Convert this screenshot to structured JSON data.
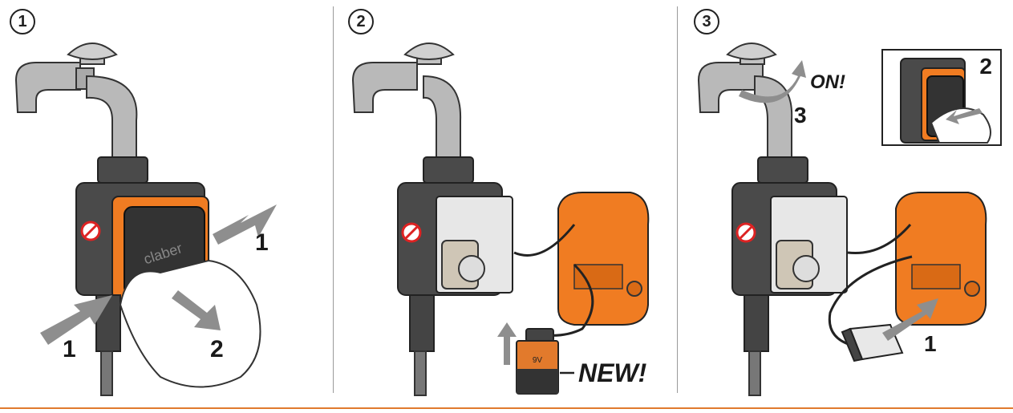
{
  "steps": [
    {
      "number": "1",
      "callouts": [
        "1",
        "2",
        "1"
      ],
      "brand": "claber"
    },
    {
      "number": "2",
      "new_label": "NEW!",
      "battery_text": "9V"
    },
    {
      "number": "3",
      "on_label": "ON!",
      "callouts": [
        "3",
        "1"
      ],
      "inset_callout": "2"
    }
  ],
  "colors": {
    "accent_orange": "#f07c22",
    "body_gray": "#4a4a4a",
    "faucet_gray": "#b9b9b9",
    "arrow_gray": "#8e8e8e",
    "rule_orange": "#e07a2e"
  }
}
